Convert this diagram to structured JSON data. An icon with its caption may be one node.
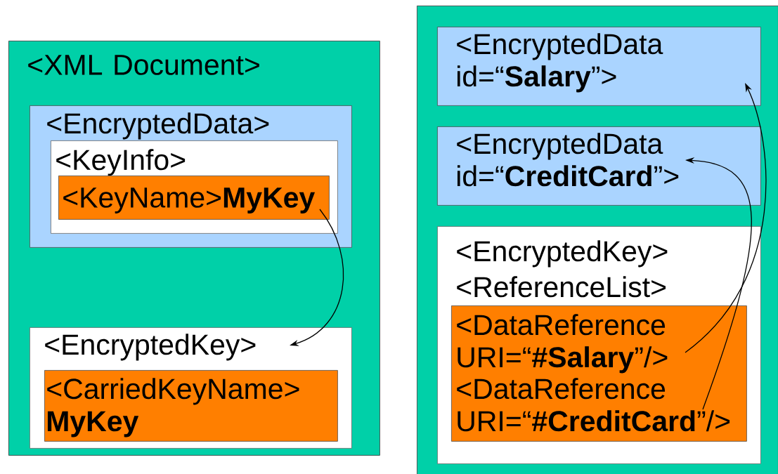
{
  "diagram": {
    "nodes": [
      {
        "text": [
          "<XML Document>"
        ]
      },
      {
        "text": [
          "<EncryptedData>"
        ],
        "in": 0
      },
      {
        "text": [
          "<KeyInfo>"
        ],
        "in": 1
      },
      {
        "text": [
          "<KeyName>**MyKey**"
        ],
        "in": 2
      },
      {
        "text": [
          "<EncryptedKey>"
        ],
        "in": 0
      },
      {
        "text": [
          "<CarriedKeyName> **MyKey**"
        ],
        "in": 4
      },
      {
        "text": [],
        "shape": "box"
      },
      {
        "text": [
          "<EncryptedData id=“**Salary**”>"
        ],
        "in": 6
      },
      {
        "text": [
          "<EncryptedData id=“**CreditCard**”>"
        ],
        "in": 6
      },
      {
        "text": [
          "<EncryptedKey>",
          "<ReferenceList>"
        ],
        "in": 6
      },
      {
        "text": [],
        "shape": "box",
        "in": 9
      },
      {
        "text": [
          "<DataReference URI=“**#Salary**”/>"
        ],
        "in": 10
      },
      {
        "text": [
          "<DataReference URI=“**#CreditCard**”/>"
        ],
        "in": 10
      }
    ],
    "edges": [
      {
        "from": 3,
        "to": 4,
        "arrow": "to"
      },
      {
        "from": 11,
        "to": 7,
        "arrow": "to"
      },
      {
        "from": 12,
        "to": 8,
        "arrow": "to"
      }
    ]
  }
}
